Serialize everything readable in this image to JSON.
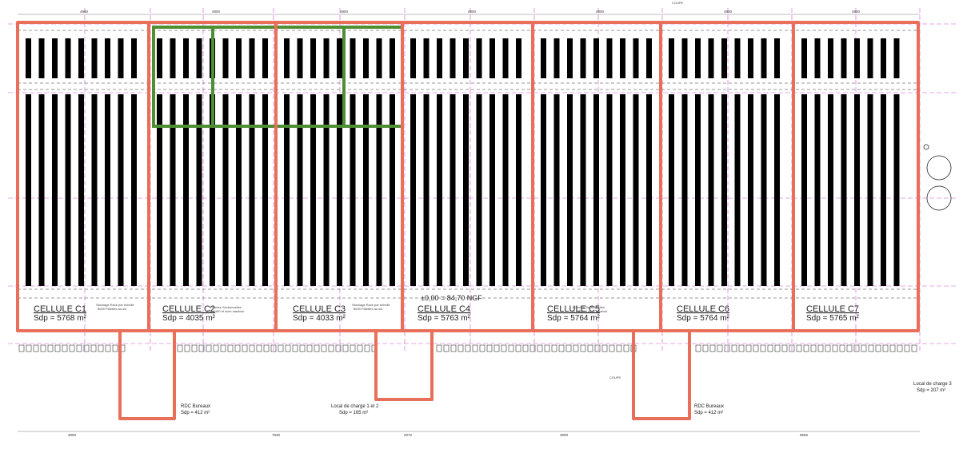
{
  "plan": {
    "cells": [
      {
        "label": "CELLULE C1",
        "sdp": "Sdp = 5768 m²"
      },
      {
        "label": "CELLULE C2",
        "sdp": "Sdp = 4035 m²"
      },
      {
        "label": "CELLULE C3",
        "sdp": "Sdp = 4033 m²"
      },
      {
        "label": "CELLULE C4",
        "sdp": "Sdp = 5763 m²"
      },
      {
        "label": "CELLULE C5",
        "sdp": "Sdp = 5764 m²"
      },
      {
        "label": "CELLULE C6",
        "sdp": "Sdp = 5764 m²"
      },
      {
        "label": "CELLULE C7",
        "sdp": "Sdp = 5765 m²"
      }
    ],
    "level_label": "±0,00 = 84,70 NGF",
    "annexes": [
      {
        "name": "RDC Bureaux",
        "sdp": "Sdp = 412 m²"
      },
      {
        "name": "Local de charge 1 et 2",
        "sdp": "Sdp = 165 m²"
      },
      {
        "name": "RDC Bureaux",
        "sdp": "Sdp = 412 m²"
      },
      {
        "name": "Local de charge 3",
        "sdp": "Sdp = 207 m²"
      }
    ],
    "dock_note": "8 Portes Sectionnelles",
    "dock_note_sub": "275 x 300 ht avec sasdock",
    "storage_note": "Stockage Rack par échelle",
    "storage_pallets": "8000 Palettes au sol",
    "coupe_label": "COUPE",
    "top_dims": [
      "4900",
      "4900",
      "4900",
      "4900",
      "4900",
      "4900",
      "4900"
    ],
    "bottom_dims": [
      "3000",
      "7630",
      "2072",
      "3000",
      "8565"
    ],
    "colors": {
      "cell_border": "#e8705a",
      "mezzanine": "#4f8f34",
      "rack": "#000000",
      "grid": "#cc44cc"
    }
  }
}
